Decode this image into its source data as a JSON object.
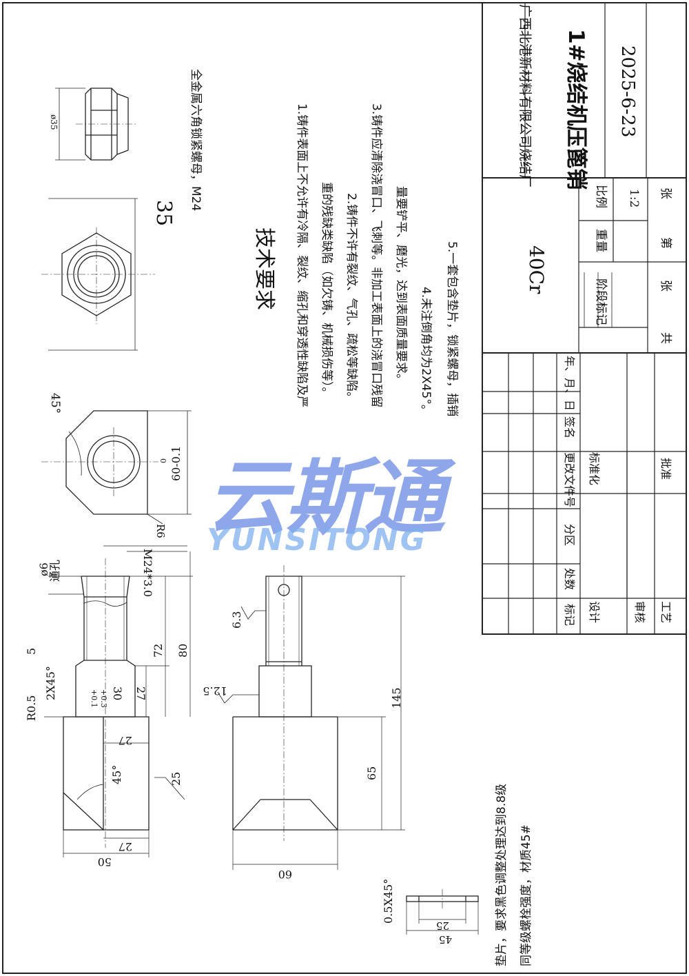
{
  "title_block": {
    "company": "广西北港新材料有限公司烧结厂",
    "part_name": "1#烧结机压篦销",
    "date": "2025-6-23",
    "material": "40Cr",
    "scale_label": "比例",
    "scale_value": "1:2",
    "weight_label": "重量",
    "stage_label": "阶段标记",
    "total_label": "共",
    "sheet_label": "张",
    "page_label": "第",
    "page_sheet_label": "张",
    "rev_cols": [
      "标记",
      "处数",
      "分区",
      "更改文件号",
      "签名",
      "年、月、日"
    ],
    "design": "设计",
    "standardize": "标准化",
    "review": "审核",
    "process": "工艺",
    "approve": "批准"
  },
  "tech_req": {
    "title": "技术要求",
    "lines": [
      "1.铸件表面上不允许有冷隔、裂纹、缩孔和穿透性缺陷及严",
      "重的残缺类缺陷（如欠铸、机械损伤等）。",
      "2.铸件不许有裂纹、气孔、疏松等缺陷。",
      "3.铸件应清除浇冒口、飞刺等。非加工表面上的浇冒口残留",
      "量要铲平、磨光，达到表面质量要求。",
      "4.未注倒角均为2X45°。",
      "5.一套包含垫片，锁紧螺母，插销"
    ]
  },
  "notes": {
    "nut": "全金属六角锁紧螺母，M24",
    "washer_line1": "垫片，要求黑色调整处理达到8.8级",
    "washer_line2": "同等级螺栓强度，材质45#"
  },
  "dims": {
    "nut_dia": "ø35",
    "nut_af": "35",
    "angle45_top": "45°",
    "width60": "60-0.1",
    "width60_tol": "0",
    "r6": "R6",
    "thread": "M24*3.0",
    "hole": "ø6",
    "hole_note": "通孔",
    "d5": "5",
    "d72": "72",
    "d80": "80",
    "chamfer": "2X45°",
    "r05": "R0.5",
    "d30": "30",
    "d30_tol_up": "+0.3",
    "d30_tol_dn": "+0.1",
    "d27a": "27",
    "d27b": "27",
    "d27c": "27",
    "ang45_side": "45°",
    "rough25": "25",
    "d50": "50",
    "rough63": "6.3",
    "rough125": "12.5",
    "d145": "145",
    "d65": "65",
    "d60": "60",
    "washer_chamfer": "0.5X45°",
    "d25w": "25",
    "d45w": "45"
  },
  "watermark": {
    "main": "云斯通",
    "sub": "YUNSITONG"
  }
}
